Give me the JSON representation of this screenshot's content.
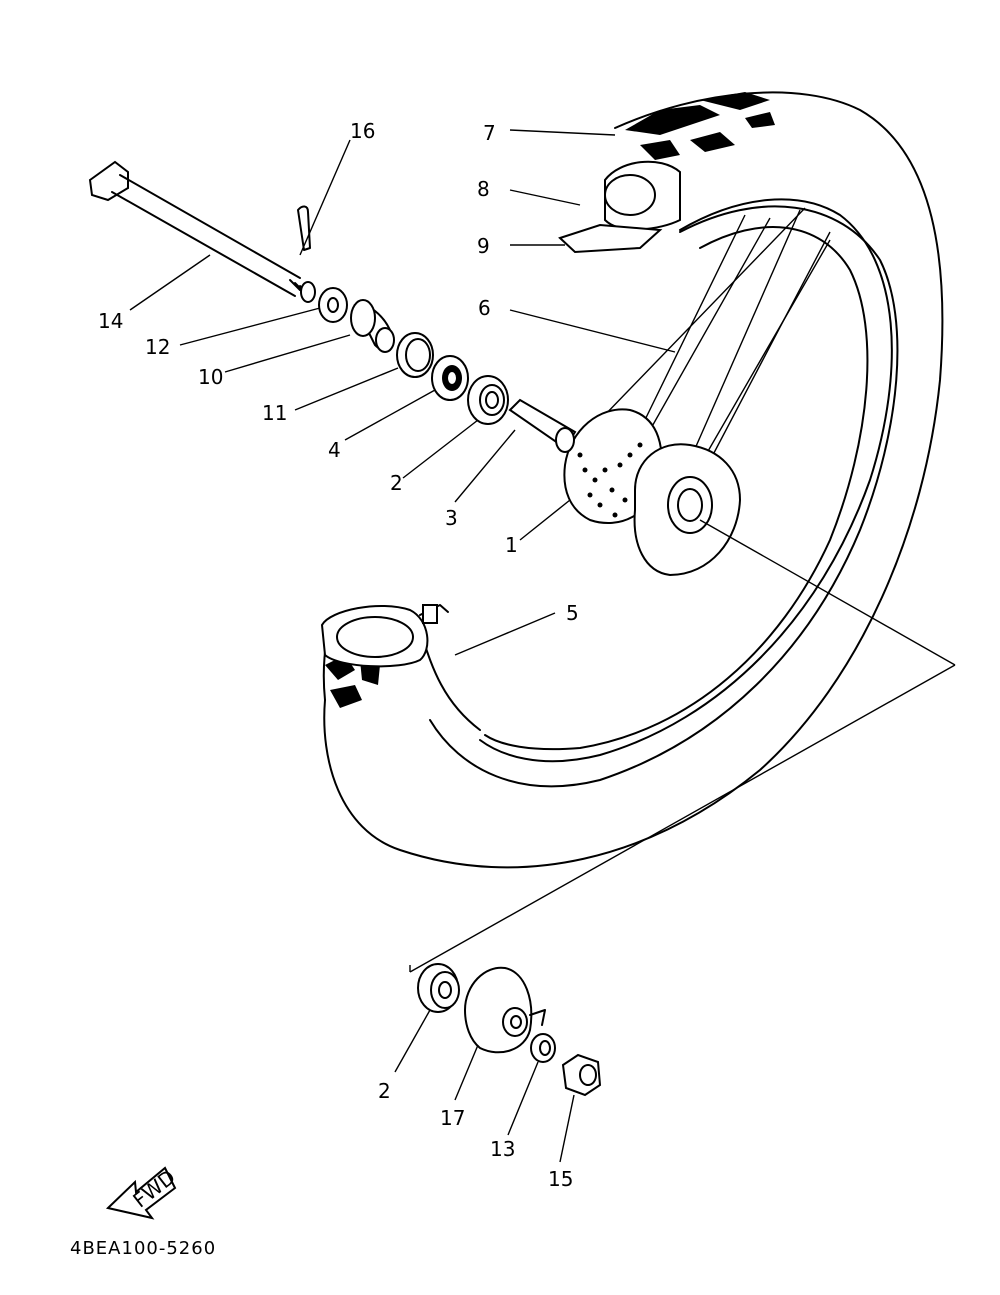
{
  "diagram": {
    "callouts": [
      "1",
      "2",
      "3",
      "4",
      "5",
      "6",
      "7",
      "8",
      "9",
      "10",
      "11",
      "12",
      "13",
      "14",
      "15",
      "16",
      "17",
      "2"
    ],
    "fwd_label": "FWD",
    "part_code": "4BEA100-5260"
  }
}
